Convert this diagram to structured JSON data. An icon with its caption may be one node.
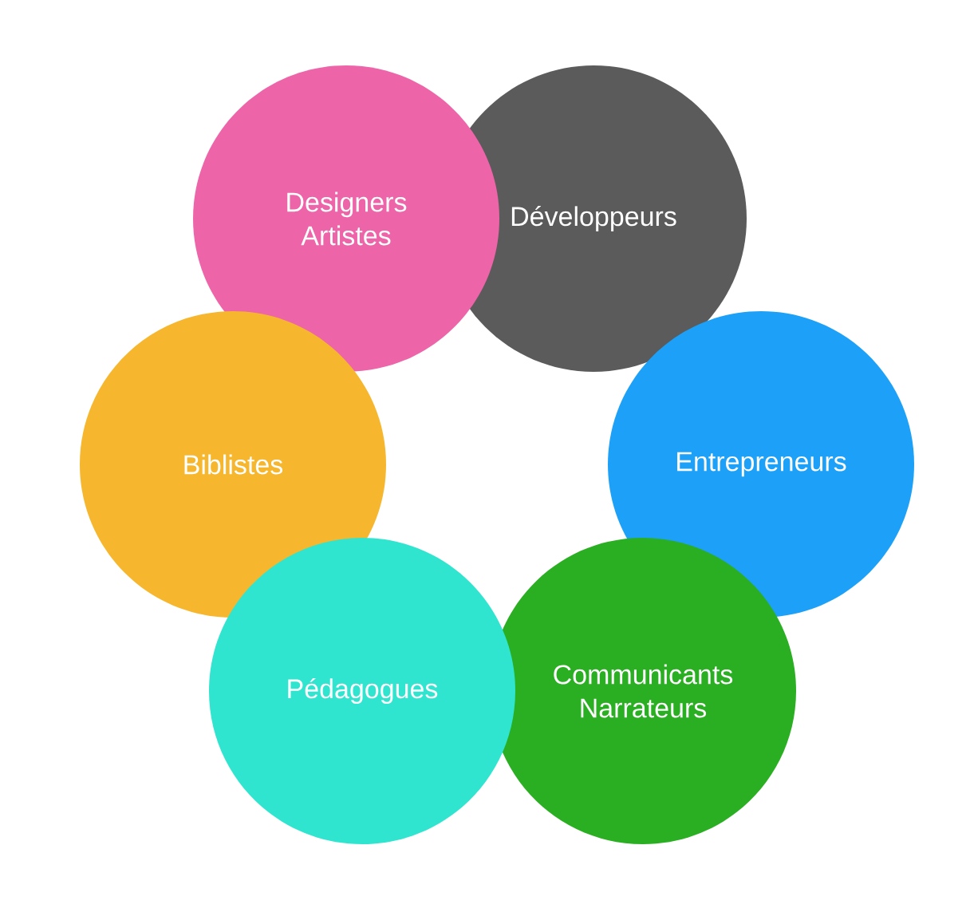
{
  "diagram": {
    "nodes": [
      {
        "text": [
          "Designers Artistes"
        ]
      },
      {
        "text": [
          "Développeurs"
        ]
      },
      {
        "text": [
          "Biblistes"
        ]
      },
      {
        "text": [
          "Entrepreneurs"
        ]
      },
      {
        "text": [
          "Pédagogues"
        ]
      },
      {
        "text": [
          "Communicants Narrateurs"
        ]
      }
    ]
  }
}
